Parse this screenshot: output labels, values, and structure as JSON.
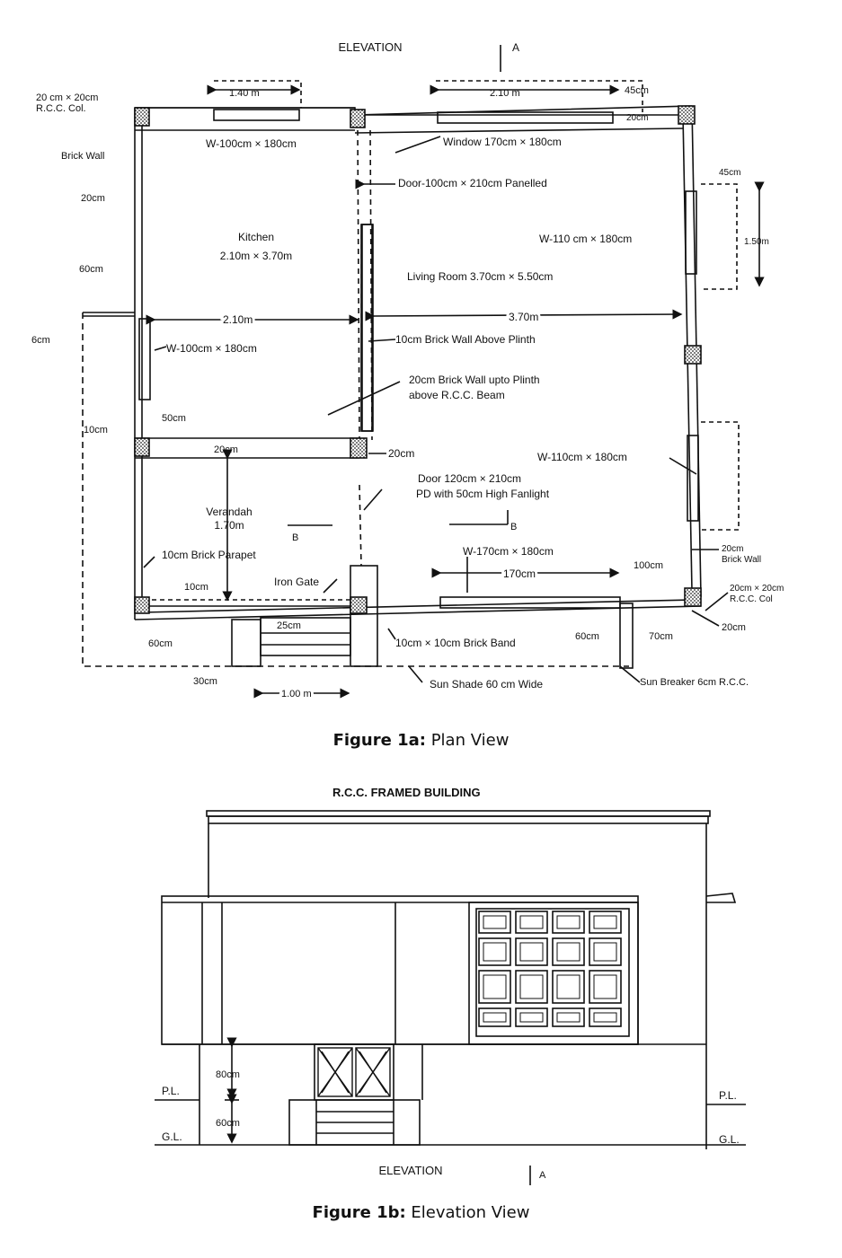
{
  "plan": {
    "title_top": "ELEVATION",
    "section_marker_a": "A",
    "section_marker_b": "B",
    "labels": {
      "rcc_col": [
        "20 cm × 20cm",
        "R.C.C. Col."
      ],
      "brick_wall": "Brick Wall",
      "w20": "20cm",
      "w60": "60cm",
      "w6": "6cm",
      "w10": "10cm",
      "dim_140": "1.40 m",
      "dim_210": "2.10 m",
      "dim_45top": "45cm",
      "dim_20top": "20cm",
      "win_k_top": "W-100cm × 180cm",
      "win_l_top": "Window 170cm × 180cm",
      "door_panel": "Door-100cm × 210cm Panelled",
      "win_right1": "W-110 cm × 180cm",
      "dim_45r": "45cm",
      "dim_150": "1.50m",
      "kitchen": [
        "Kitchen",
        "2.10m × 3.70m"
      ],
      "living": "Living Room 3.70cm × 5.50cm",
      "dim_210k": "2.10m",
      "dim_370": "3.70m",
      "wall10": "10cm Brick Wall Above Plinth",
      "win_k_left": "W-100cm × 180cm",
      "wall20": [
        "20cm Brick Wall upto Plinth",
        "above R.C.C. Beam"
      ],
      "dim_50": "50cm",
      "dim_20beam": "20cm",
      "dim_20col": "20cm",
      "win_right2": "W-110cm × 180cm",
      "door_120": [
        "Door 120cm × 210cm",
        "PD with 50cm High Fanlight"
      ],
      "verandah": [
        "Verandah",
        "1.70m"
      ],
      "parapet": "10cm Brick Parapet",
      "win_bottom": "W-170cm × 180cm",
      "dim_170": "170cm",
      "dim_100": "100cm",
      "brick_wall_r": [
        "20cm",
        "Brick Wall"
      ],
      "dim_10b": "10cm",
      "iron_gate": "Iron Gate",
      "rcc_col_r": [
        "20cm × 20cm",
        "R.C.C. Col"
      ],
      "dim_25": "25cm",
      "dim_60l": "60cm",
      "brick_band": "10cm × 10cm Brick Band",
      "dim_60b": "60cm",
      "dim_70": "70cm",
      "dim_20r": "20cm",
      "dim_30": "30cm",
      "dim_100m": "1.00 m",
      "sun_shade": "Sun Shade 60 cm Wide",
      "sun_breaker": "Sun Breaker 6cm R.C.C."
    }
  },
  "caption_a": {
    "bold": "Figure 1a:",
    "text": " Plan View"
  },
  "elevation": {
    "title": "R.C.C. FRAMED BUILDING",
    "pl": "P.L.",
    "gl": "G.L.",
    "dim_80": "80cm",
    "dim_60": "60cm",
    "bottom": "ELEVATION",
    "marker": "A"
  },
  "caption_b": {
    "bold": "Figure 1b:",
    "text": " Elevation View"
  }
}
